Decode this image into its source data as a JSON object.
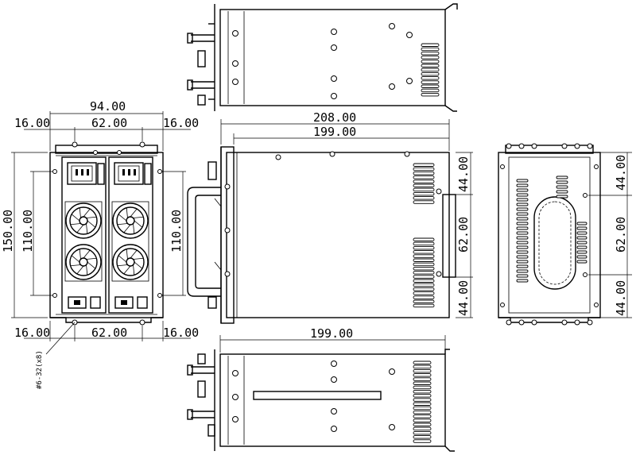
{
  "dimensions": {
    "front_width": "94.00",
    "front_left_margin": "16.00",
    "front_center": "62.00",
    "front_right_margin": "16.00",
    "front_height": "150.00",
    "front_inner_left": "110.00",
    "front_inner_right": "110.00",
    "front_bottom_left": "16.00",
    "front_bottom_center": "62.00",
    "front_bottom_right": "16.00",
    "screw_note": "#6-32(x8)",
    "side_length": "208.00",
    "side_body": "199.00",
    "side_top_offset": "44.00",
    "side_center": "62.00",
    "side_bottom_offset": "44.00",
    "rear_top_offset": "44.00",
    "rear_center": "62.00",
    "rear_bottom_offset": "44.00",
    "bottom_body": "199.00"
  },
  "colors": {
    "line": "#000000",
    "background": "#ffffff"
  }
}
